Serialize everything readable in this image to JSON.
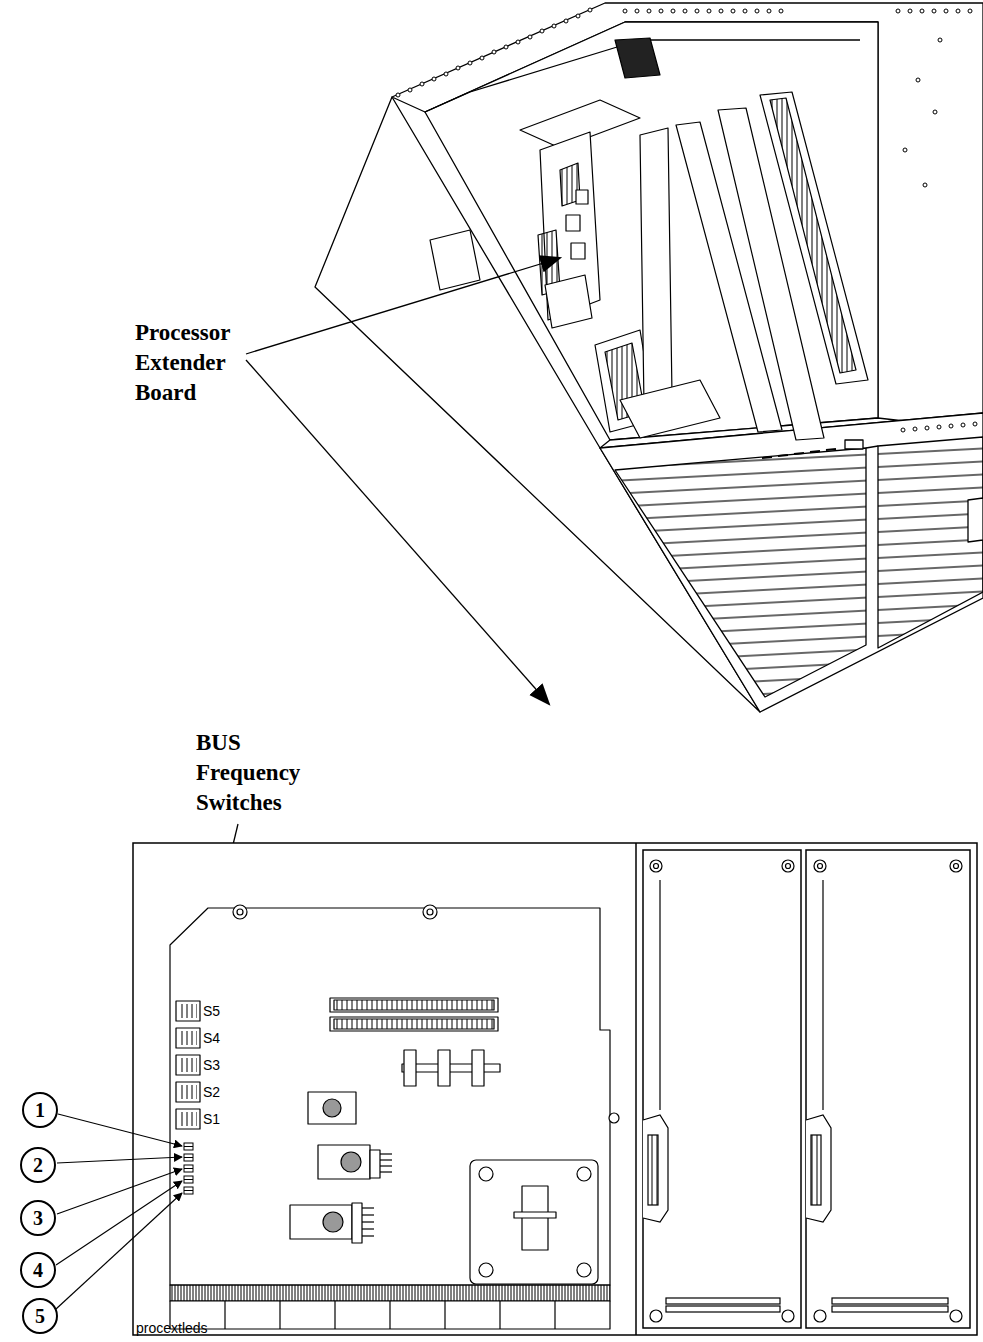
{
  "diagram": {
    "nodes": [
      {
        "text": [
          "1"
        ]
      },
      {
        "text": [
          "2"
        ]
      },
      {
        "text": [
          "3"
        ]
      },
      {
        "text": [
          "4"
        ]
      },
      {
        "text": [
          "5"
        ]
      }
    ],
    "labels": [
      "Processor Extender Board",
      "BUS Frequency Switches",
      "S5",
      "S4",
      "S3",
      "S2",
      "S1",
      "procextleds"
    ]
  }
}
